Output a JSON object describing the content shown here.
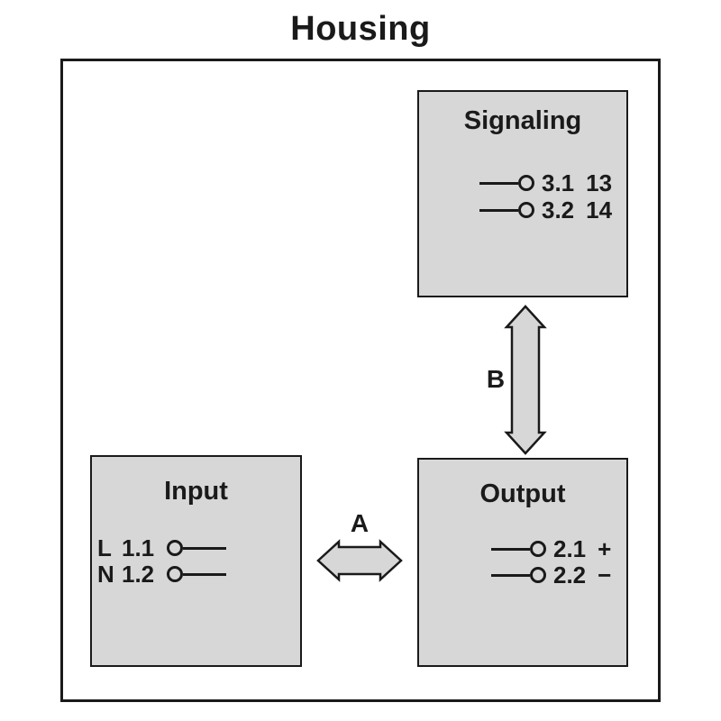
{
  "diagram_title": "Housing",
  "colors": {
    "box_fill": "#d7d7d7",
    "stroke": "#1a1a1a",
    "background": "#ffffff"
  },
  "boxes": {
    "signaling": {
      "label": "Signaling",
      "terminals": [
        {
          "id": "3.1",
          "aux": "13"
        },
        {
          "id": "3.2",
          "aux": "14"
        }
      ]
    },
    "input": {
      "label": "Input",
      "terminals": [
        {
          "prefix": "L",
          "id": "1.1"
        },
        {
          "prefix": "N",
          "id": "1.2"
        }
      ]
    },
    "output": {
      "label": "Output",
      "terminals": [
        {
          "id": "2.1",
          "aux": "+"
        },
        {
          "id": "2.2",
          "aux": "−"
        }
      ]
    }
  },
  "arrows": {
    "a": "A",
    "b": "B"
  }
}
